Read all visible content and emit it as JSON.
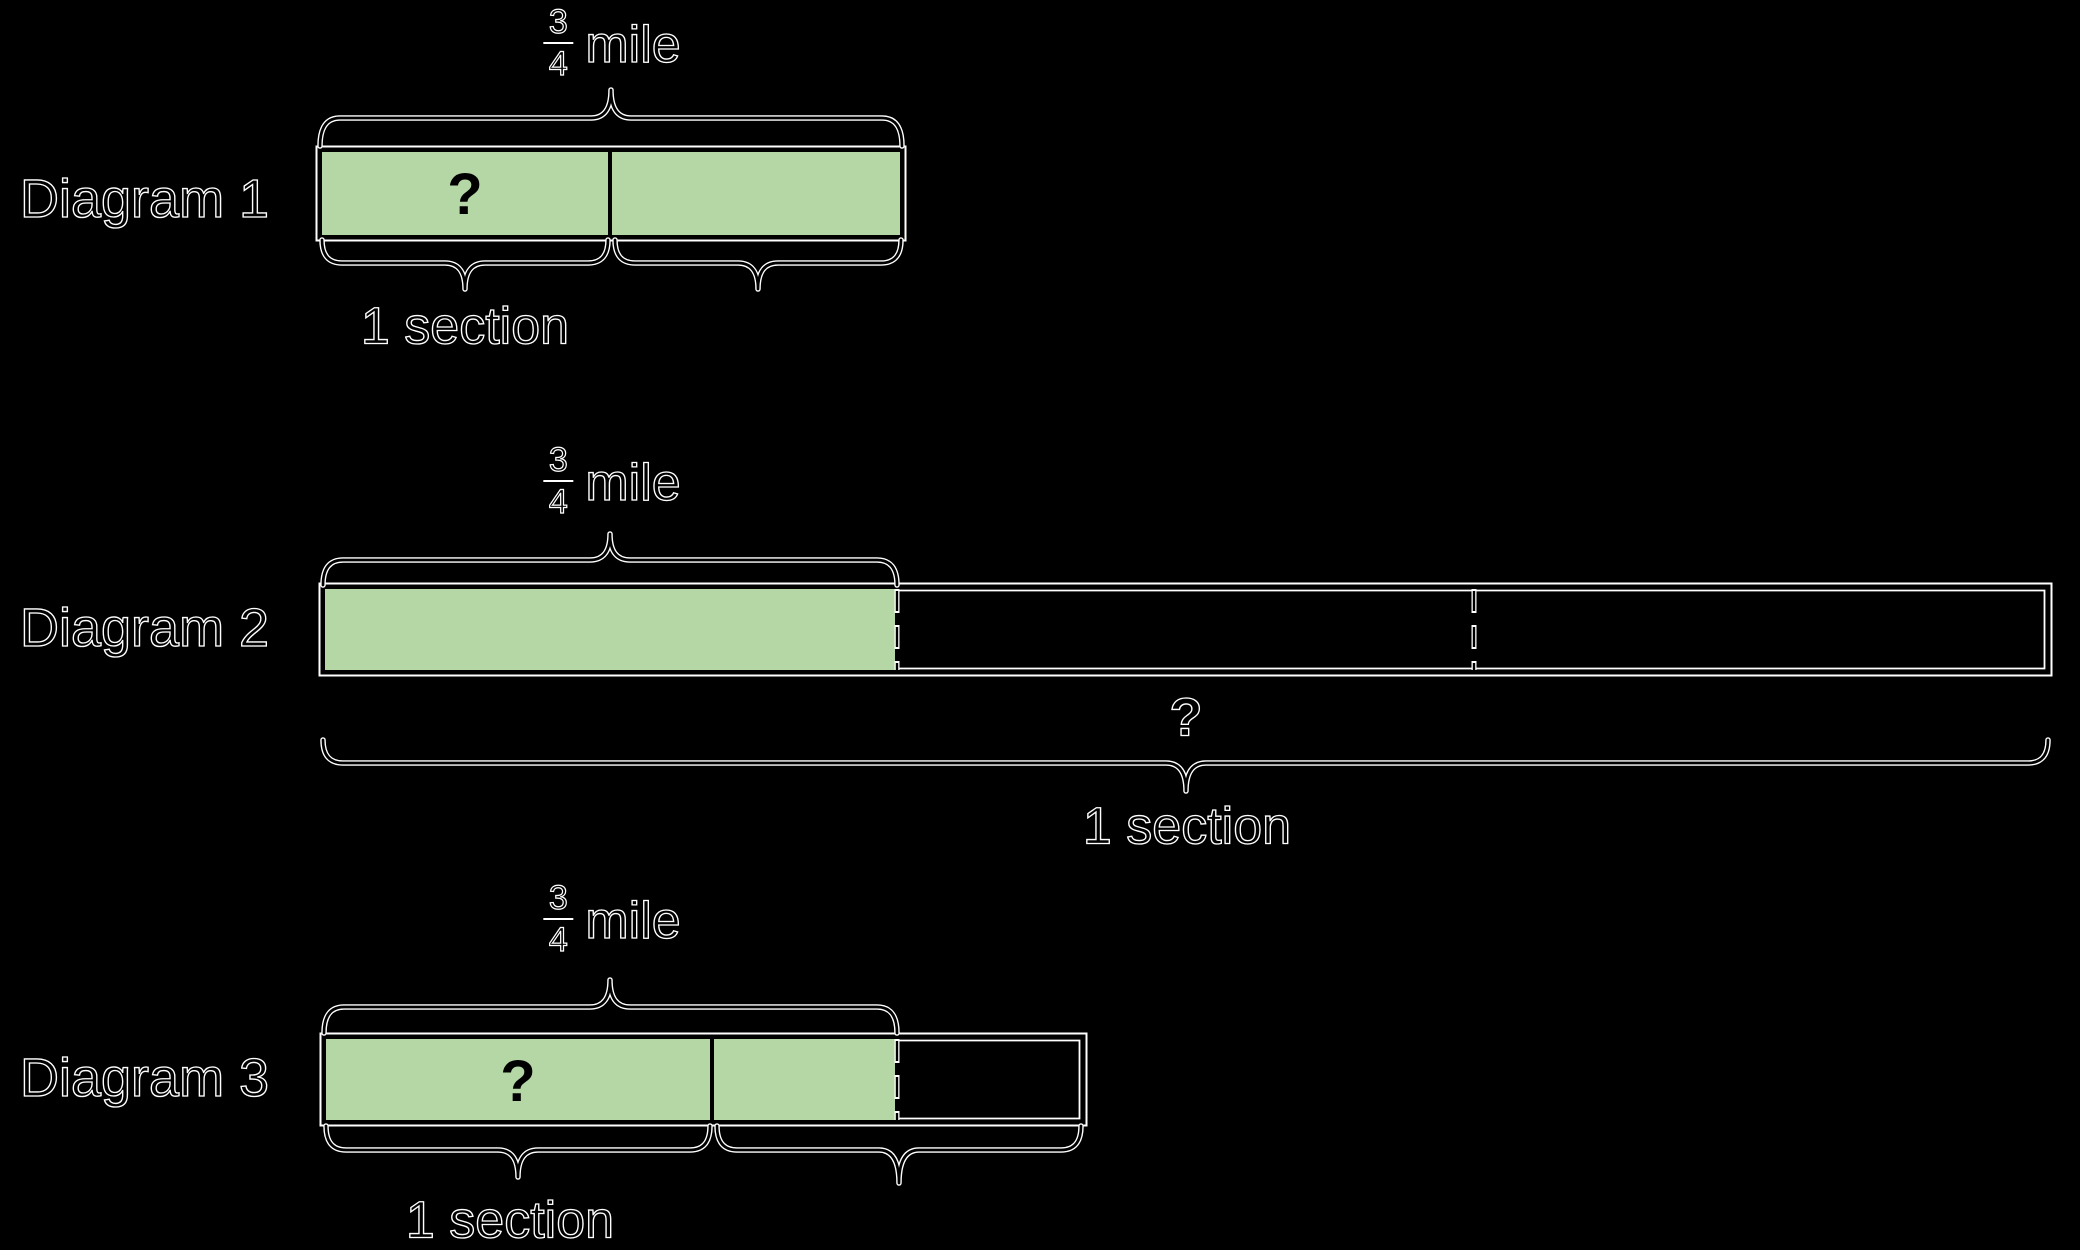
{
  "colors": {
    "background": "#000000",
    "bar_fill_green": "#b4d7a5",
    "line_ink": "#000000",
    "outline_white": "#ffffff"
  },
  "shared": {
    "fraction_numerator": "3",
    "fraction_denominator": "4",
    "unit_word": "mile"
  },
  "diagrams": [
    {
      "title": "Diagram 1",
      "top_measure": "3/4 mile",
      "cell_question": "?",
      "section_label": "1 section",
      "cells": [
        "green with ?",
        "green"
      ]
    },
    {
      "title": "Diagram 2",
      "top_measure": "3/4 mile",
      "whole_question": "?",
      "section_label": "1 section",
      "cells": [
        "green 3/4 mile",
        "empty",
        "empty"
      ]
    },
    {
      "title": "Diagram 3",
      "top_measure": "3/4 mile",
      "cell_question": "?",
      "section_label": "1 section",
      "cells": [
        "green with ?",
        "green",
        "empty"
      ]
    }
  ]
}
